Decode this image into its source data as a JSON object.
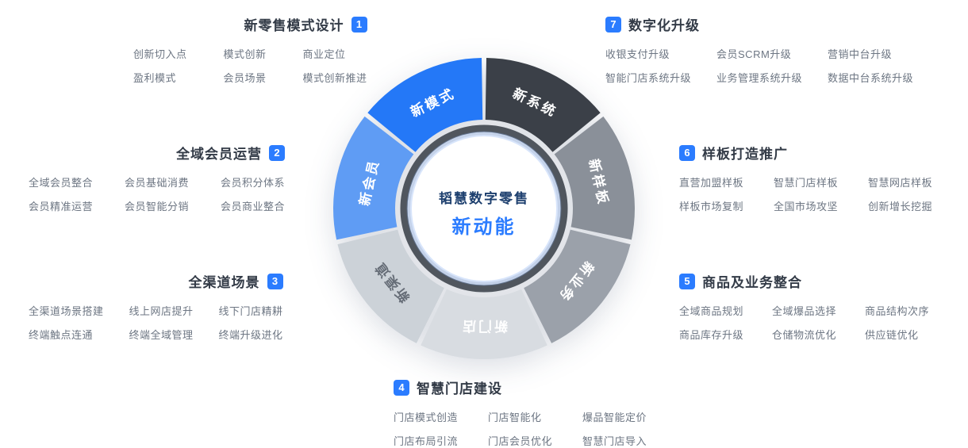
{
  "colors": {
    "accent": "#2b7cff",
    "title_text": "#333b47",
    "item_text": "#6d7683",
    "center_ring": "#50565e"
  },
  "center": {
    "line1": "韬慧数字零售",
    "line2": "新动能"
  },
  "wheel": {
    "segments": [
      {
        "label": "新系统",
        "color": "#3b4048",
        "label_color": "#ffffff"
      },
      {
        "label": "新样板",
        "color": "#8a9099",
        "label_color": "#ffffff"
      },
      {
        "label": "新业务",
        "color": "#9ba1aa",
        "label_color": "#ffffff"
      },
      {
        "label": "新门店",
        "color": "#d8dce1",
        "label_color": "#ffffff"
      },
      {
        "label": "新渠道",
        "color": "#ccd2d8",
        "label_color": "#656c76"
      },
      {
        "label": "新会员",
        "color": "#5f9cf4",
        "label_color": "#ffffff"
      },
      {
        "label": "新模式",
        "color": "#2478f7",
        "label_color": "#ffffff"
      }
    ]
  },
  "sections": [
    {
      "number": "1",
      "title": "新零售模式设计",
      "items": [
        "创新切入点",
        "模式创新",
        "商业定位",
        "盈利模式",
        "会员场景",
        "模式创新推进"
      ]
    },
    {
      "number": "2",
      "title": "全域会员运营",
      "items": [
        "全域会员整合",
        "会员基础消费",
        "会员积分体系",
        "会员精准运营",
        "会员智能分销",
        "会员商业整合"
      ]
    },
    {
      "number": "3",
      "title": "全渠道场景",
      "items": [
        "全渠道场景搭建",
        "线上网店提升",
        "线下门店精耕",
        "终端触点连通",
        "终端全域管理",
        "终端升级进化"
      ]
    },
    {
      "number": "4",
      "title": "智慧门店建设",
      "items": [
        "门店模式创造",
        "门店智能化",
        "爆品智能定价",
        "门店布局引流",
        "门店会员优化",
        "智慧门店导入"
      ]
    },
    {
      "number": "5",
      "title": "商品及业务整合",
      "items": [
        "全域商品规划",
        "全域爆品选择",
        "商品结构次序",
        "商品库存升级",
        "仓储物流优化",
        "供应链优化"
      ]
    },
    {
      "number": "6",
      "title": "样板打造推广",
      "items": [
        "直营加盟样板",
        "智慧门店样板",
        "智慧网店样板",
        "样板市场复制",
        "全国市场攻坚",
        "创新增长挖掘"
      ]
    },
    {
      "number": "7",
      "title": "数字化升级",
      "items": [
        "收银支付升级",
        "会员SCRM升级",
        "营销中台升级",
        "智能门店系统升级",
        "业务管理系统升级",
        "数据中台系统升级"
      ]
    }
  ]
}
